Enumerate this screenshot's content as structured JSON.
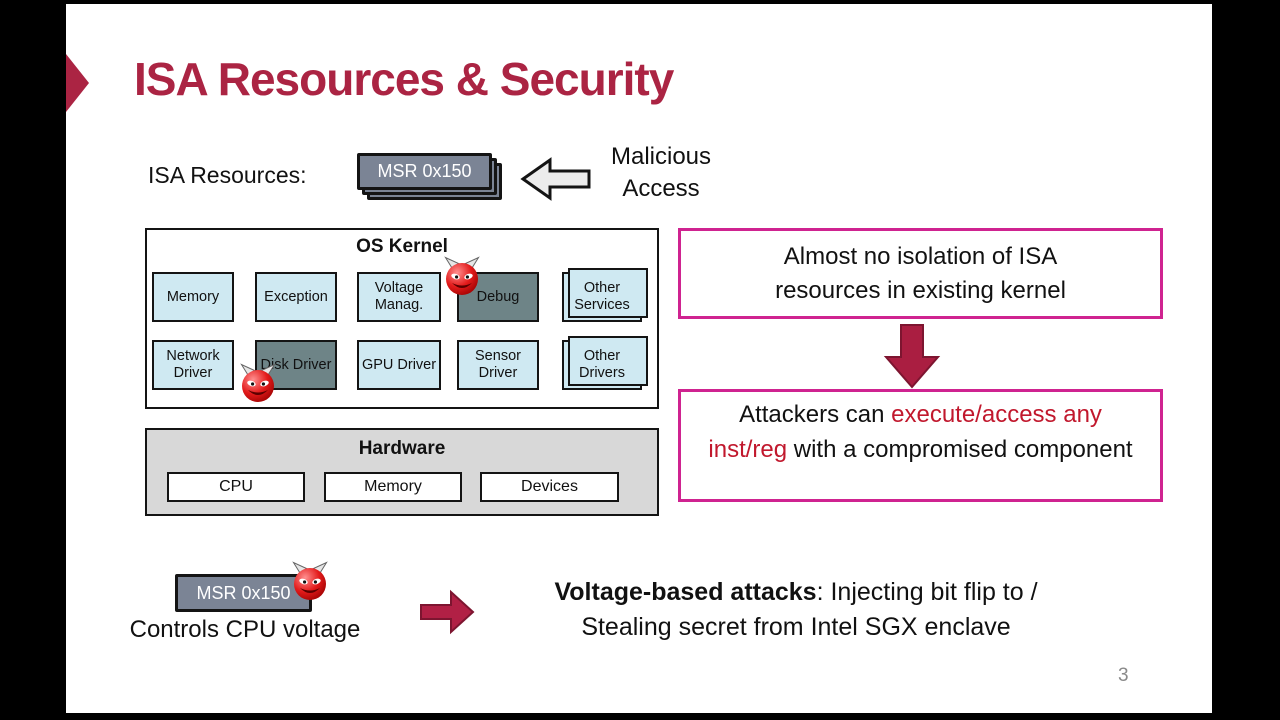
{
  "slide": {
    "title": "ISA Resources & Security",
    "page_number": "3",
    "isa_resources": {
      "label": "ISA Resources:",
      "msr_label": "MSR 0x150",
      "malicious_line1": "Malicious",
      "malicious_line2": "Access"
    },
    "kernel": {
      "title": "OS Kernel",
      "modules": [
        {
          "label": "Memory",
          "compromised": false,
          "stacked": false
        },
        {
          "label": "Exception",
          "compromised": false,
          "stacked": false
        },
        {
          "label": "Voltage Manag.",
          "compromised": false,
          "stacked": false
        },
        {
          "label": "Debug",
          "compromised": true,
          "stacked": false
        },
        {
          "label": "Other Services",
          "compromised": false,
          "stacked": true
        },
        {
          "label": "Network Driver",
          "compromised": false,
          "stacked": false
        },
        {
          "label": "Disk Driver",
          "compromised": true,
          "stacked": false
        },
        {
          "label": "GPU Driver",
          "compromised": false,
          "stacked": false
        },
        {
          "label": "Sensor Driver",
          "compromised": false,
          "stacked": false
        },
        {
          "label": "Other Drivers",
          "compromised": false,
          "stacked": true
        }
      ]
    },
    "hardware": {
      "title": "Hardware",
      "components": [
        "CPU",
        "Memory",
        "Devices"
      ]
    },
    "right_panel": {
      "isolation_line1": "Almost no isolation of ISA",
      "isolation_line2": "resources in existing kernel",
      "attack_black1": "Attackers can ",
      "attack_red": "execute/access any inst/reg",
      "attack_black2": " with a compromised component"
    },
    "bottom": {
      "msr_label": "MSR 0x150",
      "caption": "Controls CPU voltage",
      "attack_bold": "Voltage-based attacks",
      "attack_line1_rest": ": Injecting bit flip to /",
      "attack_line2": "Stealing secret from Intel SGX enclave"
    },
    "colors": {
      "accent_crimson": "#ab2443",
      "pink_border": "#cf2390",
      "highlight_red": "#c1182d",
      "module_blue": "#cfe9f2",
      "compromised_gray": "#6e8487",
      "msr_gray": "#7b8495"
    }
  }
}
